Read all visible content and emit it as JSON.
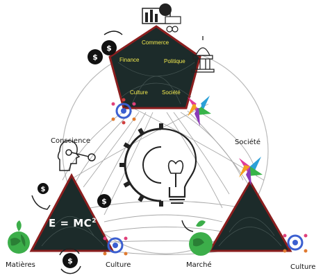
{
  "pentagon": {
    "commerce": "Commerce",
    "finance": "Finance",
    "politique": "Politique",
    "culture": "Culture",
    "societe": "Société"
  },
  "left_triangle": {
    "formula_main": "E = MC",
    "formula_exp": "2",
    "label_conscience": "Conscience",
    "label_matieres": "Matières",
    "label_culture": "Culture"
  },
  "right_triangle": {
    "label_societe": "Société",
    "label_marche": "Marché",
    "label_culture": "Culture"
  },
  "colors": {
    "shape_fill": "#1c2b2a",
    "shape_outline": "#8b1e1e",
    "pentagon_text": "#f2e94e",
    "globe_green": "#3cae4a",
    "network_blue": "#3b5fd0"
  },
  "icons": [
    "gear-bulb-icon",
    "money-bag-icon",
    "capitol-icon",
    "factory-icon",
    "people-network-icon",
    "people-star-icon",
    "head-key-icon",
    "hand-coin-icon",
    "globe-leaf-icon",
    "cycle-money-icon",
    "hand-plant-icon"
  ]
}
